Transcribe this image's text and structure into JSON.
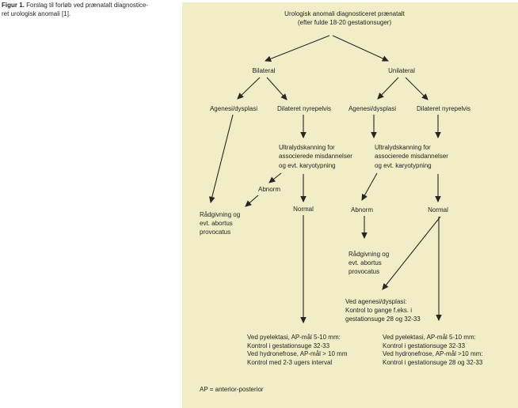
{
  "figure": {
    "caption_label": "Figur 1.",
    "caption_line1": "Forslag til forløb ved prænatalt diagnostice-",
    "caption_line2": "ret urologisk anomali [1]."
  },
  "colors": {
    "panel_background": "#f1eec7",
    "text": "#1e1e1c",
    "line": "#262622"
  },
  "flowchart": {
    "root": [
      "Urologisk anomali diagnosticeret prænatalt",
      "(efter fulde 18-20 gestationsuger)"
    ],
    "bilateral": "Bilateral",
    "unilateral": "Unilateral",
    "bilateral_agenesi": "Agenesi/dysplasi",
    "bilateral_dilateret": "Dilateret nyrepelvis",
    "unilateral_agenesi": "Agenesi/dysplasi",
    "unilateral_dilateret": "Dilateret nyrepelvis",
    "ultrasound_left": [
      "Ultralydskanning for",
      "associerede misdannelser",
      "og evt. karyotypning"
    ],
    "ultrasound_right": [
      "Ultralydskanning for",
      "associerede misdannelser",
      "og evt. karyotypning"
    ],
    "abnorm_left": "Abnorm",
    "normal_left": "Normal",
    "abnorm_right": "Abnorm",
    "normal_right": "Normal",
    "counseling_left": [
      "Rådgivning og",
      "evt. abortus",
      "provocatus"
    ],
    "counseling_right": [
      "Rådgivning og",
      "evt. abortus",
      "provocatus"
    ],
    "agenesi_followup": [
      "Ved agenesi/dysplasi:",
      "Kontrol to gange f.eks. i",
      "gestationsuge 28 og 32-33"
    ],
    "followup_left": [
      "Ved pyelektasi, AP-mål 5-10 mm:",
      "Kontrol i gestationsuge 32-33",
      "Ved hydronefrose, AP-mål > 10 mm",
      "Kontrol med 2-3 ugers interval"
    ],
    "followup_right": [
      "Ved pyelektasi, AP-mål 5-10 mm:",
      "Kontrol i gestationsuge 32-33",
      "Ved hydronefrose, AP-mål >10 mm:",
      "Kontrol i gestationsuge 28 og 32-33"
    ],
    "footnote": "AP = anterior-posterior"
  }
}
